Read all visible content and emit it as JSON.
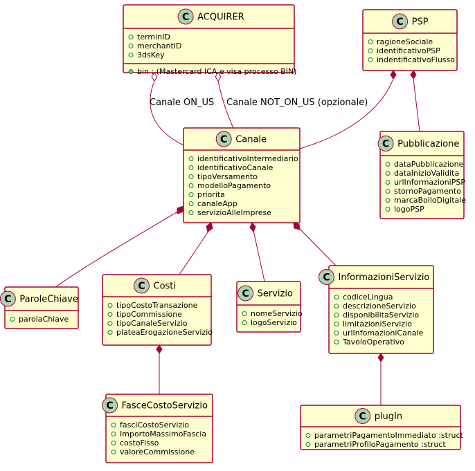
{
  "classes": {
    "acquirer": {
      "letter": "C",
      "name": "ACQUIRER",
      "fields": [
        "terminID",
        "merchantID",
        "3dsKey"
      ],
      "methods": [
        "bin : (Mastercard ICA e visa processo BIN)"
      ]
    },
    "psp": {
      "letter": "C",
      "name": "PSP",
      "fields": [
        "ragioneSociale",
        "identificativoPSP",
        "indentificativoFlusso"
      ]
    },
    "canale": {
      "letter": "C",
      "name": "Canale",
      "fields": [
        "identificativoIntermediario",
        "identificativoCanale",
        "tipoVersamento",
        "modelloPagamento",
        "priorita",
        "canaleApp",
        "servizioAlleImprese"
      ]
    },
    "pubblicazione": {
      "letter": "C",
      "name": "Pubblicazione",
      "fields": [
        "dataPubblicazione",
        "dataInizioValidita",
        "urlInformazioniPSP",
        "stornoPagamento",
        "marcaBolloDigitale",
        "logoPSP"
      ]
    },
    "parole_chiave": {
      "letter": "C",
      "name": "ParoleChiave",
      "fields": [
        "parolaChiave"
      ]
    },
    "costi": {
      "letter": "C",
      "name": "Costi",
      "fields": [
        "tipoCostoTransazione",
        "tipoCommissione",
        "tipoCanaleServizio",
        "plateaErogazioneServizio"
      ]
    },
    "servizio": {
      "letter": "C",
      "name": "Servizio",
      "fields": [
        "nomeServizio",
        "logoServizio"
      ]
    },
    "informazioni_servizio": {
      "letter": "C",
      "name": "InformazioniServizio",
      "fields": [
        "codiceLingua",
        "descrizioneServizio",
        "disponibilitaServizio",
        "limitazioniServizio",
        "urlInfomazioniCanale",
        "TavoloOperativo"
      ]
    },
    "fasce_costo_servizio": {
      "letter": "C",
      "name": "FasceCostoServizio",
      "fields": [
        "fasciCostoServizio",
        "ImportoMassimoFascia",
        "costoFisso",
        "valoreCommissione"
      ]
    },
    "plugin": {
      "letter": "C",
      "name": "plugIn",
      "fields": [
        "parametriPagamentoImmediato :struct",
        "parametriProfiloPagamento :struct"
      ]
    }
  },
  "relations": {
    "acquirer_canale_on_us": {
      "label": "Canale ON_US"
    },
    "acquirer_canale_not_on_us": {
      "label": "Canale NOT_ON_US (opzionale)"
    }
  },
  "colors": {
    "class_fill": "#FEFECE",
    "class_border": "#A80036",
    "circle_fill": "#ADD1B2",
    "field_bullet": "#038048",
    "method_bullet": "#84BE84"
  }
}
